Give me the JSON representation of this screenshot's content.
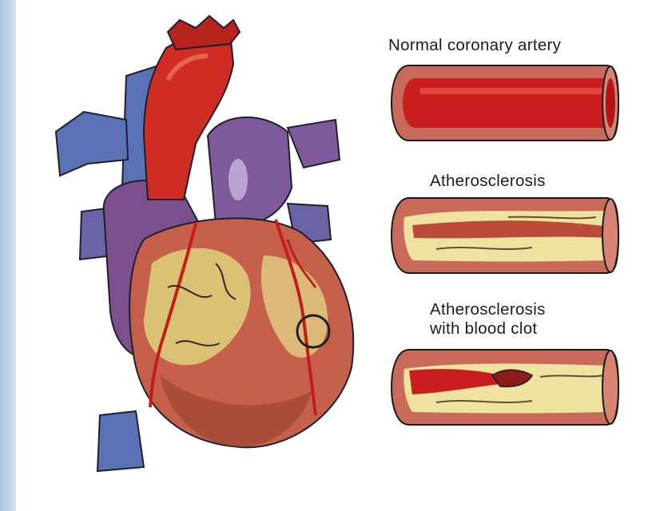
{
  "labels": {
    "normal": "Normal coronary artery",
    "atherosclerosis": "Atherosclerosis",
    "clot_line1": "Atherosclerosis",
    "clot_line2": "with blood clot"
  },
  "colors": {
    "vessel_wall": "#c8695a",
    "blood": "#c81e1e",
    "plaque": "#efe2a0",
    "vein_blue": "#5b71b5",
    "vein_purple": "#7c4f8d",
    "aorta_red": "#cf2c23",
    "myocardium": "#c7604b",
    "fat_yellow": "#ddd27a"
  }
}
